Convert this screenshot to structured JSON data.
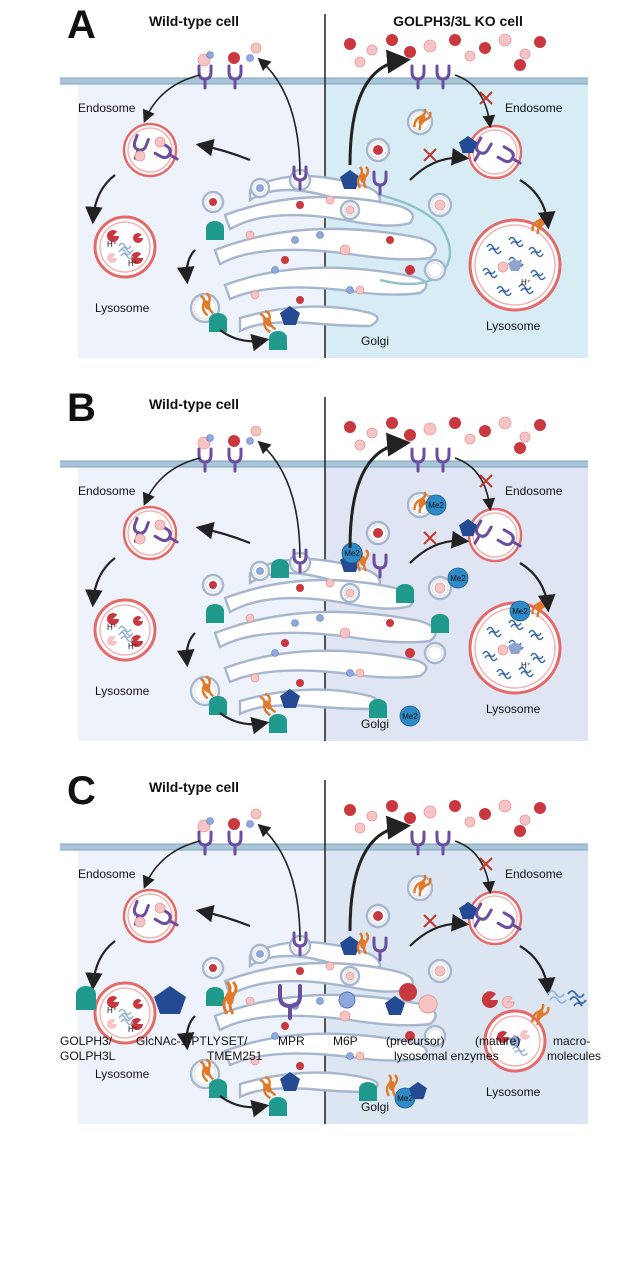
{
  "panels": [
    {
      "letter": "A",
      "left_title": "Wild-type cell",
      "right_title": "GOLPH3/3L KO cell",
      "labels": {
        "endosome_left": "Endosome",
        "endosome_right": "Endosome",
        "lysosome_left": "Lysosome",
        "lysosome_right": "Lysosome",
        "golgi": "Golgi",
        "h_plus": "H⁺"
      }
    },
    {
      "letter": "B",
      "left_title": "Wild-type cell",
      "labels": {
        "endosome_left": "Endosome",
        "endosome_right": "Endosome",
        "lysosome_left": "Lysosome",
        "lysosome_right": "Lysosome",
        "golgi": "Golgi",
        "h_plus": "H⁺",
        "me2": "Me2"
      }
    },
    {
      "letter": "C",
      "left_title": "Wild-type cell",
      "labels": {
        "endosome_left": "Endosome",
        "endosome_right": "Endosome",
        "lysosome_left": "Lysosome",
        "lysosome_right": "Lysosome",
        "golgi": "Golgi",
        "h_plus": "H⁺",
        "me2": "Me2"
      }
    }
  ],
  "legend": {
    "golph3": {
      "line1": "GOLPH3/",
      "line2": "GOLPH3L"
    },
    "glcnac": "GlcNAc-1-PT",
    "lyset": {
      "line1": "LYSET/",
      "line2": "TMEM251"
    },
    "mpr": "MPR",
    "m6p": "M6P",
    "precursor": "(precursor)",
    "mature": "(mature)",
    "lysosomal_enzymes": "lysosomal enzymes",
    "macro": {
      "line1": "macro-",
      "line2": "molecules"
    }
  },
  "colors": {
    "left_bg": "#eef3fb",
    "right_bg_a": "#d7ecf5",
    "right_bg_b": "#dfe5f3",
    "right_bg_c": "#dce6f3",
    "membrane": "#a9c6d8",
    "golgi_fill": "#ffffff",
    "golgi_stroke": "#a7b6cf",
    "golph3": "#1f9a8c",
    "glcnac": "#244a93",
    "lyset": "#e07a2a",
    "mpr": "#6a4ea0",
    "m6p": "#8fa8dd",
    "enzyme_dark": "#c9383f",
    "enzyme_light": "#f6c4c4",
    "lysosome": "#e46a6a",
    "macro": "#3a6ba8",
    "me2": "#2e8bc8",
    "inhibit": "#c0392b"
  }
}
